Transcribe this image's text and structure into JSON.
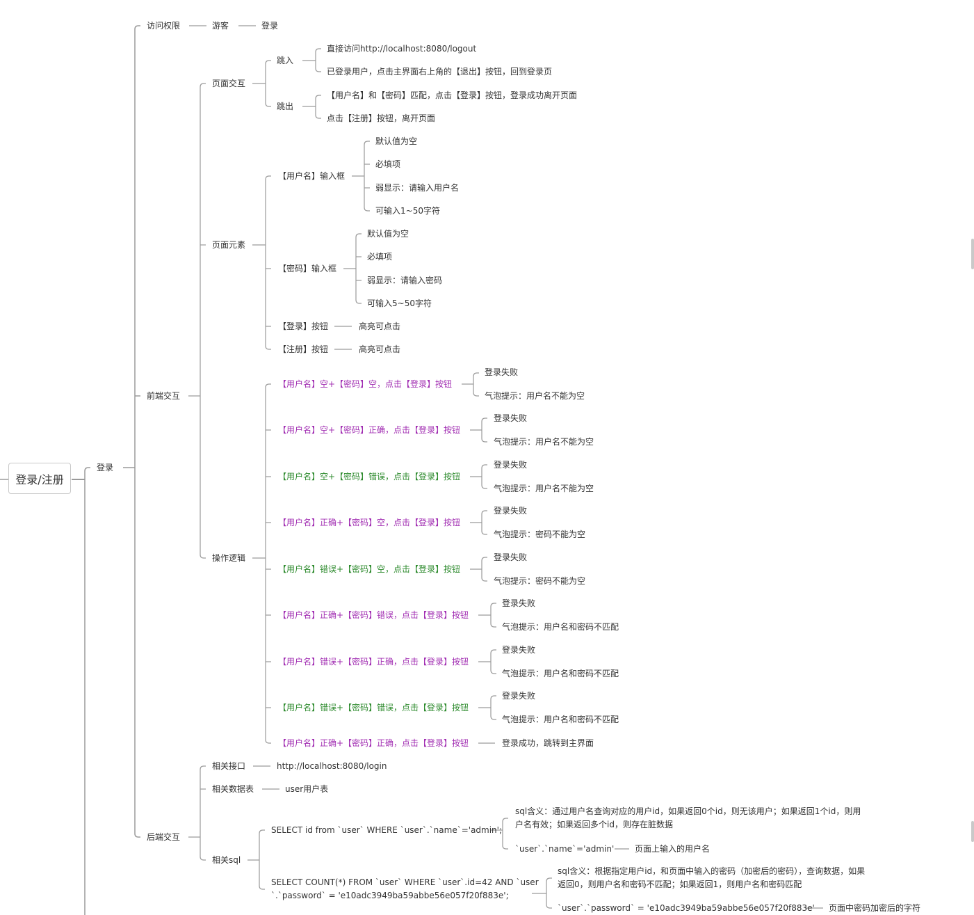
{
  "root": "登录/注册",
  "login": "登录",
  "access": {
    "label": "访问权限",
    "guest": "游客",
    "target": "登录"
  },
  "frontend": {
    "label": "前端交互",
    "page_interaction": {
      "label": "页面交互",
      "jump_in": {
        "label": "跳入",
        "items": [
          "直接访问http://localhost:8080/logout",
          "已登录用户，点击主界面右上角的【退出】按钮，回到登录页"
        ]
      },
      "jump_out": {
        "label": "跳出",
        "items": [
          "【用户名】和【密码】匹配，点击【登录】按钮，登录成功离开页面",
          "点击【注册】按钮，离开页面"
        ]
      }
    },
    "page_elements": {
      "label": "页面元素",
      "username": {
        "label": "【用户名】输入框",
        "items": [
          "默认值为空",
          "必填项",
          "弱显示：请输入用户名",
          "可输入1~50字符"
        ]
      },
      "password": {
        "label": "【密码】输入框",
        "items": [
          "默认值为空",
          "必填项",
          "弱显示：请输入密码",
          "可输入5~50字符"
        ]
      },
      "login_btn": {
        "label": "【登录】按钮",
        "desc": "高亮可点击"
      },
      "register_btn": {
        "label": "【注册】按钮",
        "desc": "高亮可点击"
      }
    },
    "logic": {
      "label": "操作逻辑",
      "cases": [
        {
          "condition": "【用户名】空+【密码】空，点击【登录】按钮",
          "color": "#a12db2",
          "result": "登录失败",
          "tip": "气泡提示：用户名不能为空"
        },
        {
          "condition": "【用户名】空+【密码】正确，点击【登录】按钮",
          "color": "#a12db2",
          "result": "登录失败",
          "tip": "气泡提示：用户名不能为空"
        },
        {
          "condition": "【用户名】空+【密码】错误，点击【登录】按钮",
          "color": "#2e8b2e",
          "result": "登录失败",
          "tip": "气泡提示：用户名不能为空"
        },
        {
          "condition": "【用户名】正确+【密码】空，点击【登录】按钮",
          "color": "#a12db2",
          "result": "登录失败",
          "tip": "气泡提示：密码不能为空"
        },
        {
          "condition": "【用户名】错误+【密码】空，点击【登录】按钮",
          "color": "#2e8b2e",
          "result": "登录失败",
          "tip": "气泡提示：密码不能为空"
        },
        {
          "condition": "【用户名】正确+【密码】错误，点击【登录】按钮",
          "color": "#a12db2",
          "result": "登录失败",
          "tip": "气泡提示：用户名和密码不匹配"
        },
        {
          "condition": "【用户名】错误+【密码】正确，点击【登录】按钮",
          "color": "#a12db2",
          "result": "登录失败",
          "tip": "气泡提示：用户名和密码不匹配"
        },
        {
          "condition": "【用户名】错误+【密码】错误，点击【登录】按钮",
          "color": "#2e8b2e",
          "result": "登录失败",
          "tip": "气泡提示：用户名和密码不匹配"
        },
        {
          "condition": "【用户名】正确+【密码】正确，点击【登录】按钮",
          "color": "#a12db2",
          "result": "登录成功，跳转到主界面"
        }
      ]
    }
  },
  "backend": {
    "label": "后端交互",
    "api": {
      "label": "相关接口",
      "value": "http://localhost:8080/login"
    },
    "table": {
      "label": "相关数据表",
      "value": "user用户表"
    },
    "sql": {
      "label": "相关sql",
      "queries": [
        {
          "lines": [
            "SELECT id from `user` WHERE `user`.`name`='admin';"
          ],
          "meaning": [
            "sql含义：通过用户名查询对应的用户id，如果返回0个id，则无该用户；如果返回1个id，则用",
            "户名有效；如果返回多个id，则存在脏数据"
          ],
          "param": "`user`.`name`='admin'",
          "param_desc": "页面上输入的用户名"
        },
        {
          "lines": [
            "SELECT COUNT(*) FROM `user` WHERE `user`.id=42 AND `user",
            "`.`password` = 'e10adc3949ba59abbe56e057f20f883e';"
          ],
          "meaning": [
            "sql含义：根据指定用户id，和页面中输入的密码（加密后的密码），查询数据，如果",
            "返回0，则用户名和密码不匹配；如果返回1，则用户名和密码匹配"
          ],
          "param": "`user`.`password` = 'e10adc3949ba59abbe56e057f20f883e'",
          "param_desc": "页面中密码加密后的字符"
        }
      ]
    }
  }
}
